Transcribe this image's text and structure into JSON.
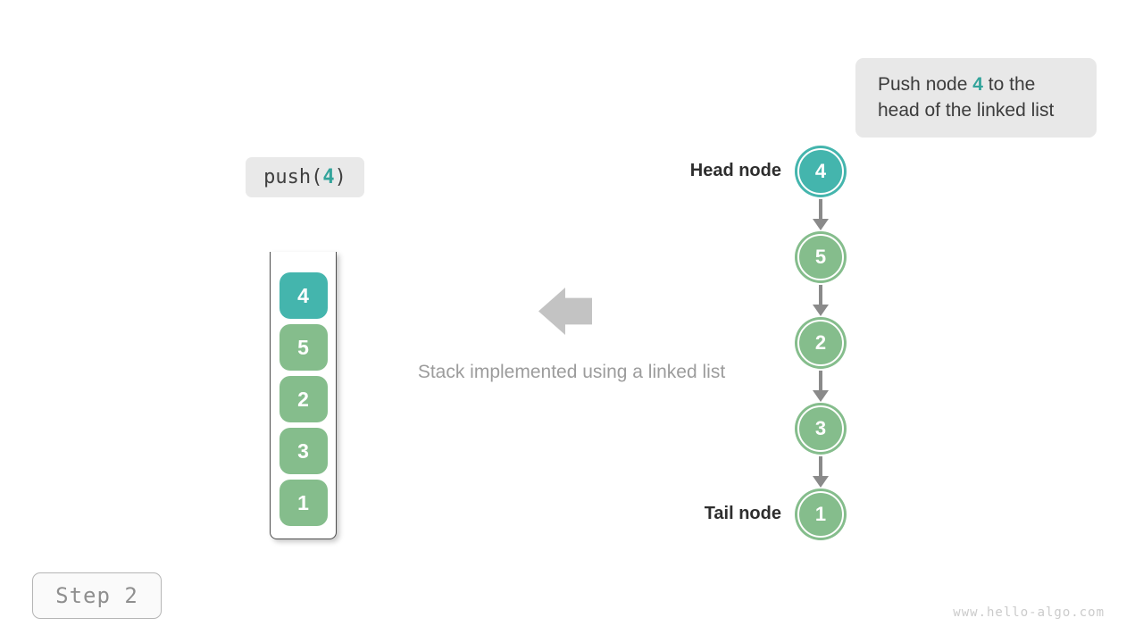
{
  "colors": {
    "teal": "#44b5ad",
    "green": "#85bd8c",
    "accent_text": "#33a49b",
    "arrow_gray": "#8a8a8a",
    "big_arrow_gray": "#c3c3c3"
  },
  "callout": {
    "line1_pre": "Push node ",
    "value": "4",
    "line1_post": " to the",
    "line2": "head of the linked list"
  },
  "operation": {
    "fn": "push(",
    "arg": "4",
    "close": ")"
  },
  "stack": {
    "cells": [
      {
        "value": "4",
        "highlight": true
      },
      {
        "value": "5",
        "highlight": false
      },
      {
        "value": "2",
        "highlight": false
      },
      {
        "value": "3",
        "highlight": false
      },
      {
        "value": "1",
        "highlight": false
      }
    ]
  },
  "caption": "Stack implemented using a linked list",
  "linked_list": {
    "head_label": "Head node",
    "tail_label": "Tail node",
    "nodes": [
      {
        "value": "4",
        "highlight": true
      },
      {
        "value": "5",
        "highlight": false
      },
      {
        "value": "2",
        "highlight": false
      },
      {
        "value": "3",
        "highlight": false
      },
      {
        "value": "1",
        "highlight": false
      }
    ]
  },
  "step_badge": "Step 2",
  "watermark": "www.hello-algo.com"
}
